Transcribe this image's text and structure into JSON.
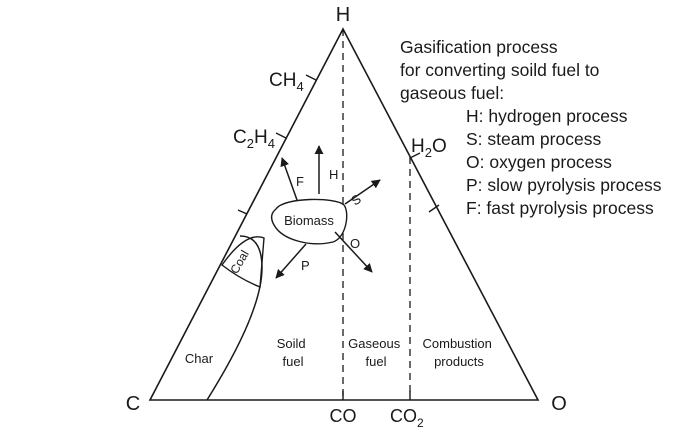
{
  "vertices": {
    "top": "H",
    "left": "C",
    "right": "O"
  },
  "species": {
    "ch4": {
      "base": "CH",
      "sub": "4"
    },
    "c2h4": {
      "p1": "C",
      "s1": "2",
      "p2": "H",
      "s2": "4"
    },
    "h2o": {
      "base": "H",
      "sub": "2",
      "post": "O"
    },
    "co": "CO",
    "co2": {
      "base": "CO",
      "sub": "2"
    }
  },
  "regions": {
    "char": "Char",
    "solid_fuel": [
      "Soild",
      "fuel"
    ],
    "gaseous_fuel": [
      "Gaseous",
      "fuel"
    ],
    "combustion_products": [
      "Combustion",
      "products"
    ]
  },
  "materials": {
    "biomass": "Biomass",
    "coal": "Coal"
  },
  "arrows": {
    "h": "H",
    "f": "F",
    "s": "S",
    "o": "O",
    "p": "P"
  },
  "legend": {
    "heading": [
      "Gasification process",
      "for converting soild fuel to",
      "gaseous fuel:"
    ],
    "items": [
      "H: hydrogen process",
      "S: steam process",
      "O: oxygen process",
      "P: slow pyrolysis process",
      "F: fast pyrolysis process"
    ]
  }
}
